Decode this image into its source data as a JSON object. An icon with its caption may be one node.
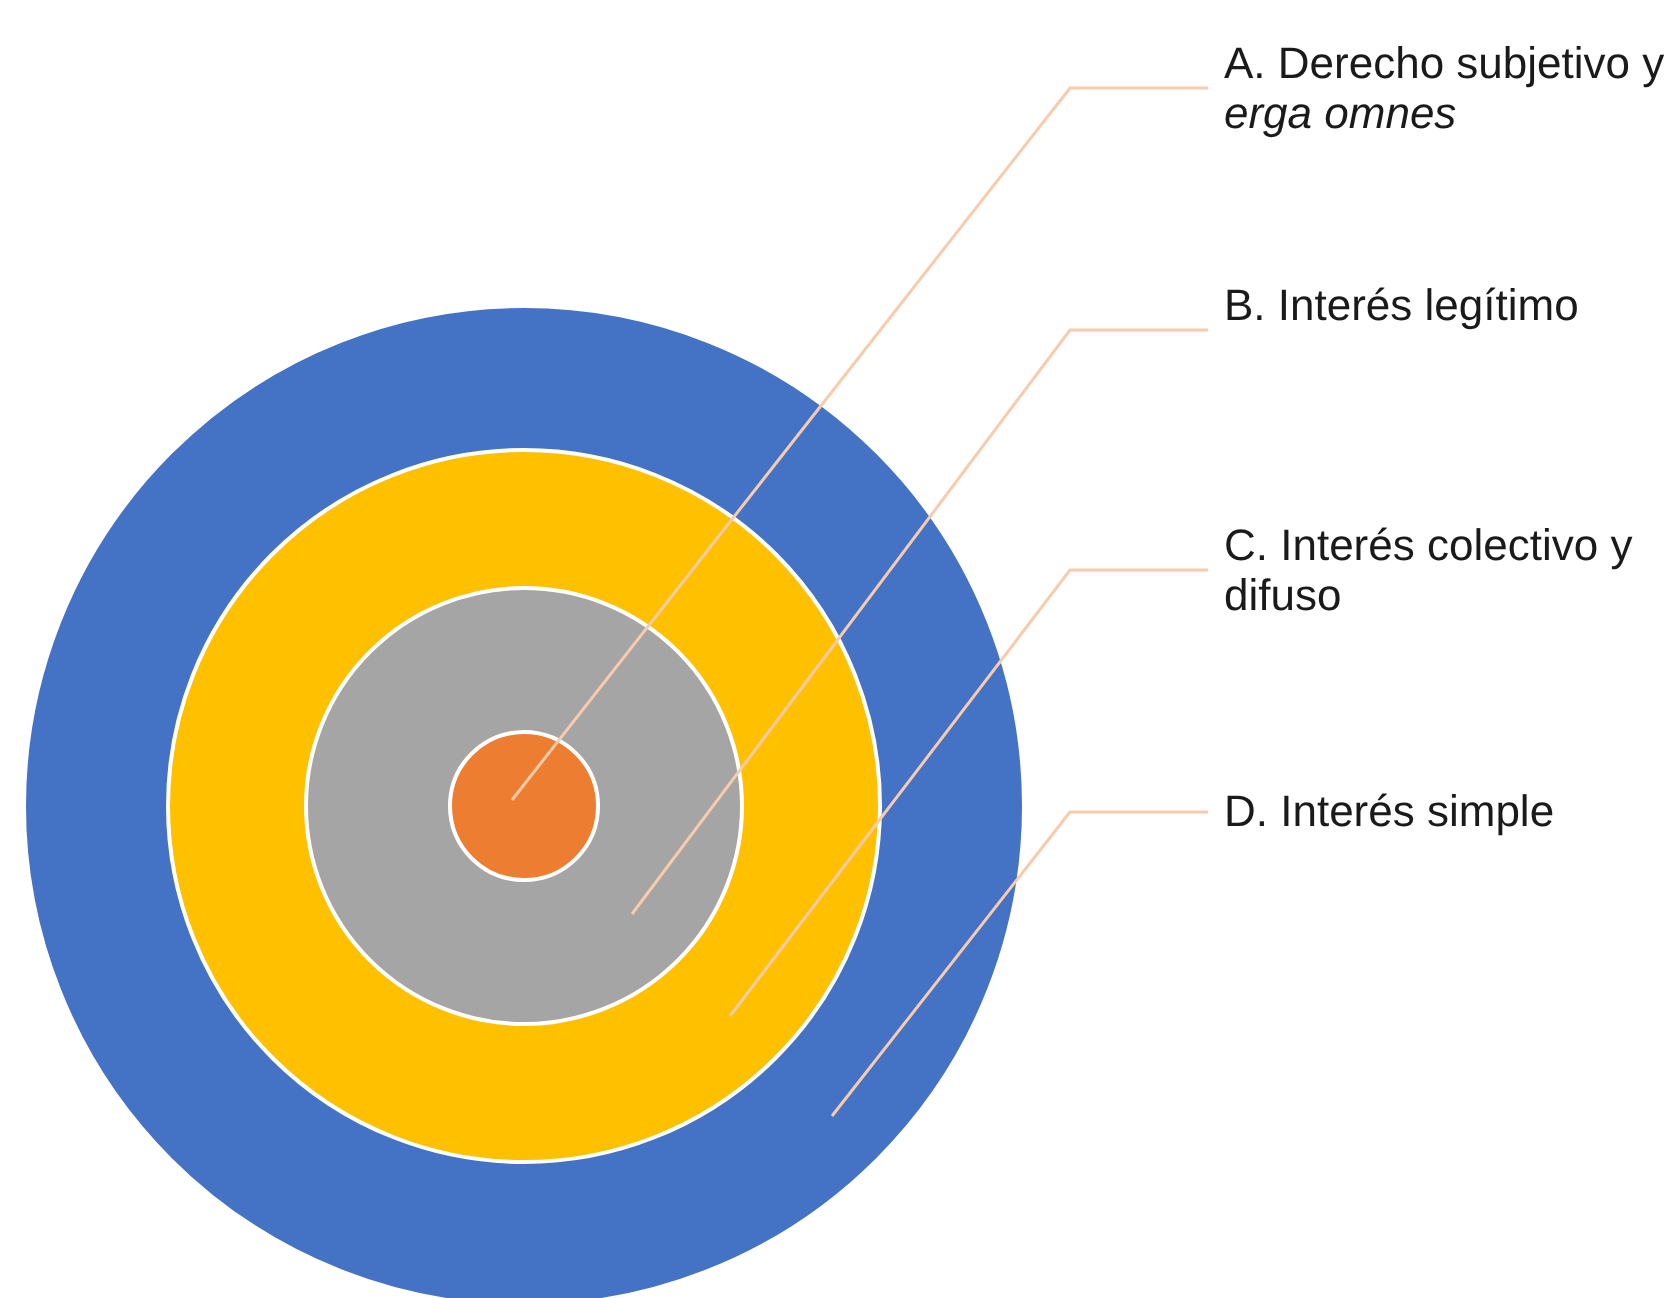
{
  "diagram": {
    "nodes": [
      {
        "text": [
          "A. Derecho subjetivo y *erga omnes*"
        ]
      },
      {
        "text": [
          "B. Interés legítimo"
        ]
      },
      {
        "text": [
          "C. Interés colectivo y difuso"
        ]
      },
      {
        "text": [
          "D. Interés simple"
        ]
      },
      {
        "text": [],
        "shape": "circle"
      },
      {
        "text": [],
        "shape": "circle",
        "in": 4
      },
      {
        "text": [],
        "shape": "circle",
        "in": 5
      },
      {
        "text": [],
        "shape": "circle",
        "in": 6
      }
    ],
    "edges": [
      {
        "from": 0,
        "to": 7,
        "arrow": "none"
      },
      {
        "from": 1,
        "to": 6,
        "arrow": "none"
      },
      {
        "from": 2,
        "to": 5,
        "arrow": "none"
      },
      {
        "from": 3,
        "to": 4,
        "arrow": "none"
      }
    ]
  }
}
